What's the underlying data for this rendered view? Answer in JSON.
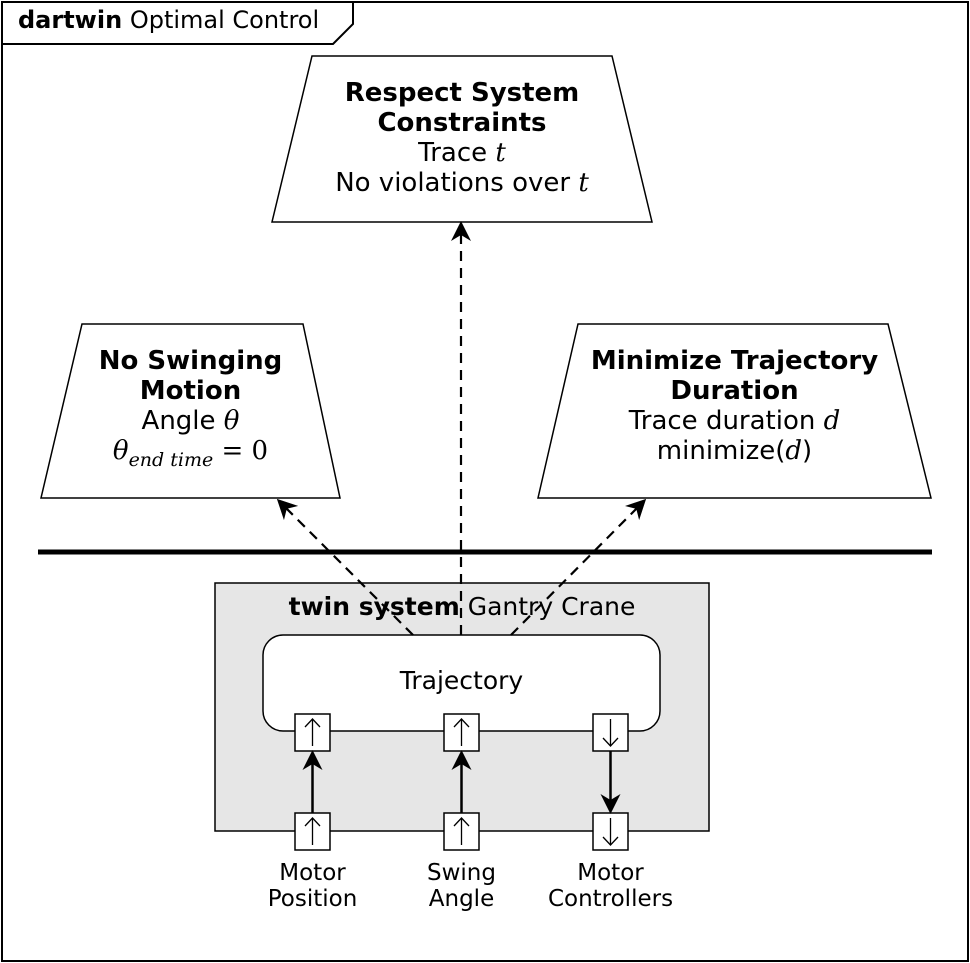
{
  "frame": {
    "keyword": "dartwin",
    "name": "Optimal Control"
  },
  "goals": {
    "top": {
      "title_line1": "Respect System",
      "title_line2": "Constraints",
      "trace_label": "Trace",
      "trace_var": "t",
      "condition_text": "No violations over",
      "condition_var": "t"
    },
    "left": {
      "title_line1": "No Swinging",
      "title_line2": "Motion",
      "trace_label": "Angle",
      "trace_var": "θ",
      "condition_var": "θ",
      "condition_subscript": "end time",
      "condition_eq": "=",
      "condition_value": "0"
    },
    "right": {
      "title_line1": "Minimize Trajectory",
      "title_line2": "Duration",
      "trace_label": "Trace duration",
      "trace_var": "d",
      "condition_func": "minimize(",
      "condition_var": "d",
      "condition_close": ")"
    }
  },
  "system": {
    "keyword": "twin system",
    "name": "Gantry Crane",
    "fill_color": "#e6e6e6",
    "component": {
      "name": "Trajectory"
    }
  },
  "ports": [
    {
      "line1": "Motor",
      "line2": "Position",
      "direction": "in"
    },
    {
      "line1": "Swing",
      "line2": "Angle",
      "direction": "in"
    },
    {
      "line1": "Motor",
      "line2": "Controllers",
      "direction": "out"
    }
  ]
}
